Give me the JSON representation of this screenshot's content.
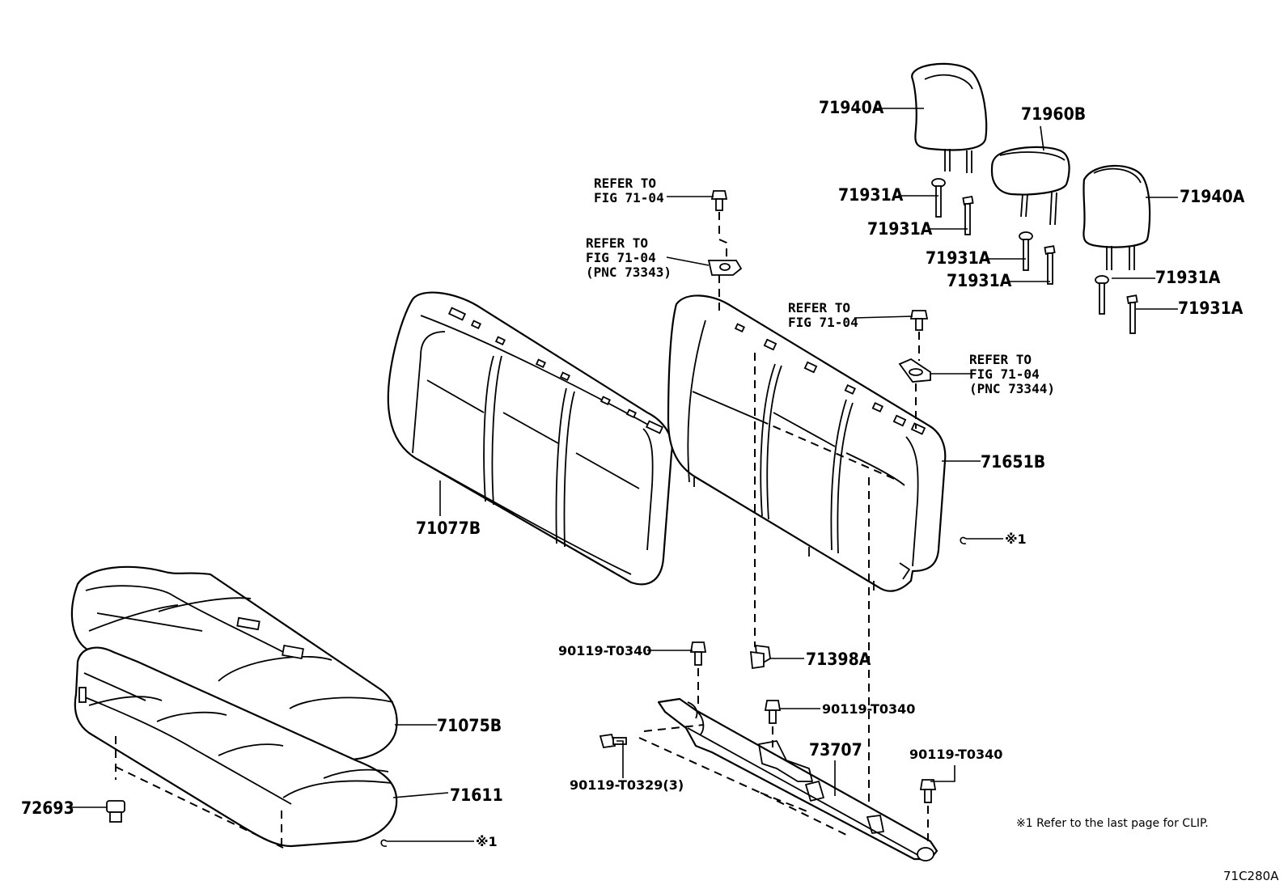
{
  "labels": {
    "headrest_left": "71940A",
    "headrest_center": "71960B",
    "headrest_right": "71940A",
    "support_1": "71931A",
    "support_2": "71931A",
    "support_3": "71931A",
    "support_4": "71931A",
    "support_5": "71931A",
    "support_6": "71931A",
    "seatback_cover": "71077B",
    "seatback_frame": "71651B",
    "cushion_cover": "71075B",
    "cushion_pad": "71611",
    "clip_72693": "72693",
    "clip_71398A": "71398A",
    "hinge_73707": "73707",
    "bolt_a": "90119-T0340",
    "bolt_b": "90119-T0340",
    "bolt_c": "90119-T0340",
    "bolt_d": "90119-T0329(3)",
    "clip_mark_1": "※1",
    "clip_mark_2": "※1"
  },
  "refs": {
    "ref1_line1": "REFER TO",
    "ref1_line2": "FIG 71-04",
    "ref2_line1": "REFER TO",
    "ref2_line2": "FIG 71-04",
    "ref2_line3": "(PNC 73343)",
    "ref3_line1": "REFER TO",
    "ref3_line2": "FIG 71-04",
    "ref4_line1": "REFER TO",
    "ref4_line2": "FIG 71-04",
    "ref4_line3": "(PNC 73344)"
  },
  "footnote": "※1  Refer to the last page for CLIP.",
  "figure_code": "71C280A"
}
